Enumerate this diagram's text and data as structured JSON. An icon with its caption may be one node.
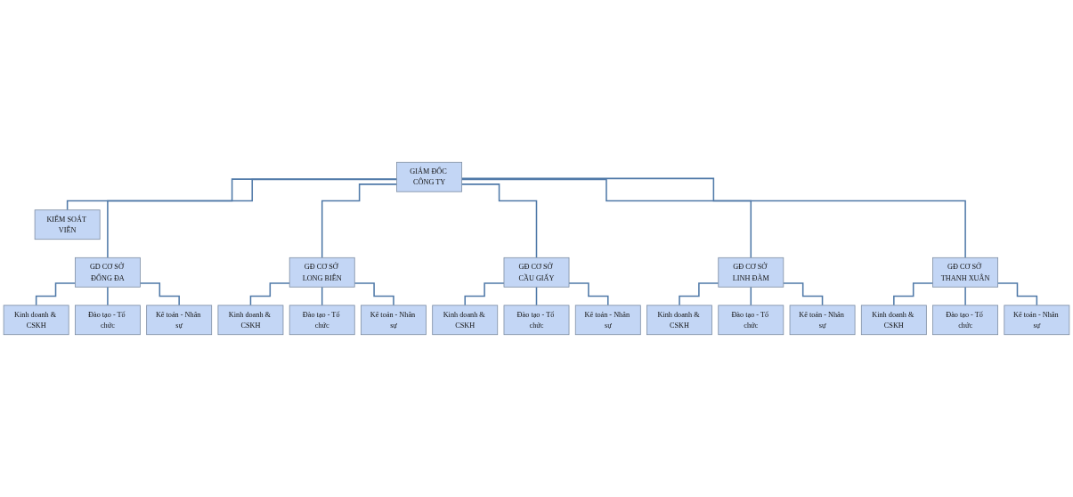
{
  "diagram": {
    "nodes": [
      {
        "text": [
          "GIÁM ĐỐC CÔNG TY"
        ]
      },
      {
        "text": [
          "KIỂM SOÁT VIÊN"
        ]
      },
      {
        "text": [
          "GD CƠ SỞ ĐỐNG ĐA"
        ]
      },
      {
        "text": [
          "GĐ CƠ SỞ LONG BIÊN"
        ]
      },
      {
        "text": [
          "GĐ CƠ SỞ CẦU GIẤY"
        ]
      },
      {
        "text": [
          "GĐ CƠ SỞ LINH ĐÀM"
        ]
      },
      {
        "text": [
          "GĐ CƠ SỞ THANH XUÂN"
        ]
      },
      {
        "text": [
          "Kinh doanh & CSKH"
        ]
      },
      {
        "text": [
          "Đào tạo - Tổ chức"
        ]
      },
      {
        "text": [
          "Kế toán - Nhân sự"
        ]
      },
      {
        "text": [
          "Kinh doanh & CSKH"
        ]
      },
      {
        "text": [
          "Đào tạo - Tổ chức"
        ]
      },
      {
        "text": [
          "Kế toán - Nhân sự"
        ]
      },
      {
        "text": [
          "Kinh doanh & CSKH"
        ]
      },
      {
        "text": [
          "Đào tạo - Tổ chức"
        ]
      },
      {
        "text": [
          "Kế toán - Nhân sự"
        ]
      },
      {
        "text": [
          "Kinh doanh & CSKH"
        ]
      },
      {
        "text": [
          "Đào tạo - Tổ chức"
        ]
      },
      {
        "text": [
          "Kế toán - Nhân sự"
        ]
      },
      {
        "text": [
          "Kinh doanh & CSKH"
        ]
      },
      {
        "text": [
          "Đào tạo - Tổ chức"
        ]
      },
      {
        "text": [
          "Kế toán - Nhân sự"
        ]
      }
    ],
    "edges": [
      {
        "from": 0,
        "to": 1,
        "arrow": "none"
      },
      {
        "from": 0,
        "to": 2,
        "arrow": "none"
      },
      {
        "from": 0,
        "to": 3,
        "arrow": "none"
      },
      {
        "from": 0,
        "to": 4,
        "arrow": "none"
      },
      {
        "from": 0,
        "to": 5,
        "arrow": "none"
      },
      {
        "from": 0,
        "to": 6,
        "arrow": "none"
      },
      {
        "from": 2,
        "to": 7,
        "arrow": "none"
      },
      {
        "from": 2,
        "to": 8,
        "arrow": "none"
      },
      {
        "from": 2,
        "to": 9,
        "arrow": "none"
      },
      {
        "from": 3,
        "to": 10,
        "arrow": "none"
      },
      {
        "from": 3,
        "to": 11,
        "arrow": "none"
      },
      {
        "from": 3,
        "to": 12,
        "arrow": "none"
      },
      {
        "from": 4,
        "to": 13,
        "arrow": "none"
      },
      {
        "from": 4,
        "to": 14,
        "arrow": "none"
      },
      {
        "from": 4,
        "to": 15,
        "arrow": "none"
      },
      {
        "from": 5,
        "to": 16,
        "arrow": "none"
      },
      {
        "from": 5,
        "to": 17,
        "arrow": "none"
      },
      {
        "from": 5,
        "to": 18,
        "arrow": "none"
      },
      {
        "from": 6,
        "to": 19,
        "arrow": "none"
      },
      {
        "from": 6,
        "to": 20,
        "arrow": "none"
      },
      {
        "from": 6,
        "to": 21,
        "arrow": "none"
      }
    ]
  }
}
